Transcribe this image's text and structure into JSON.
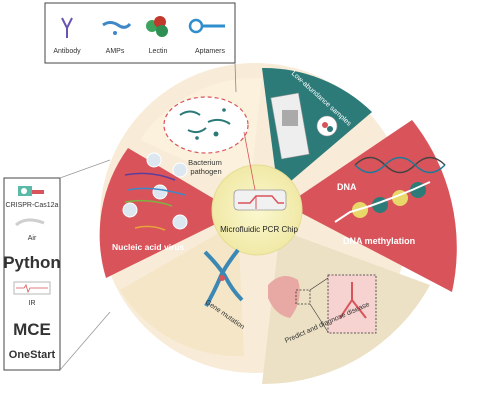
{
  "top_box": {
    "items": [
      {
        "label": "Antibody"
      },
      {
        "label": "AMPs"
      },
      {
        "label": "Lectin"
      },
      {
        "label": "Aptamers"
      }
    ]
  },
  "left_box": {
    "items": [
      {
        "label": "CRISPR-Cas12a"
      },
      {
        "label": "Air"
      },
      {
        "label": "Python"
      },
      {
        "label": "IR"
      },
      {
        "label": "MCE"
      },
      {
        "label": "OneStart"
      }
    ]
  },
  "segments": {
    "bacterium": "Bacterium\npathogen",
    "low_abundance": "Low-abundance samples",
    "dna": "DNA",
    "dna_methylation": "DNA methylation",
    "nucleic_acid": "Nucleic acid virus",
    "gene_mutation": "Gene mutation",
    "predict": "Predict and diagnose disease"
  },
  "center": {
    "label": "Microfluidic PCR Chip"
  },
  "colors": {
    "red": "#d9545a",
    "teal": "#2b7a78",
    "cream": "#f7ecd6",
    "beige": "#efe2c4",
    "yellow_center": "#f4efb0"
  }
}
